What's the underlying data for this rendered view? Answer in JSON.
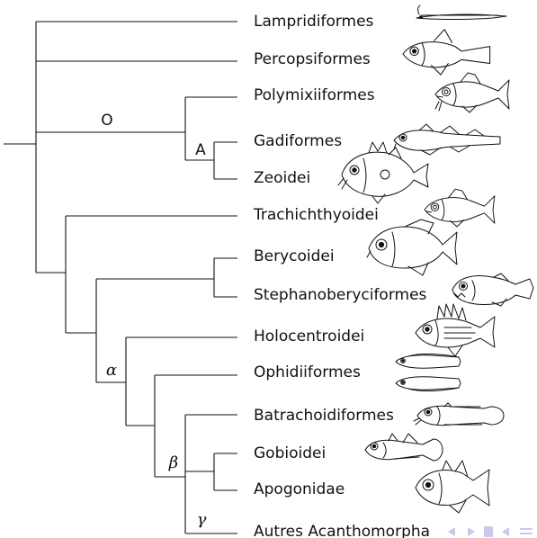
{
  "taxa": [
    "Lampridiformes",
    "Percopsiformes",
    "Polymixiiformes",
    "Gadiformes",
    "Zeoidei",
    "Trachichthyoidei",
    "Berycoidei",
    "Stephanoberyciformes",
    "Holocentroidei",
    "Ophidiiformes",
    "Batrachoidiformes",
    "Gobioidei",
    "Apogonidae",
    "Autres Acanthomorpha"
  ],
  "node_labels": {
    "O": "O",
    "A": "A",
    "alpha": "α",
    "beta": "β",
    "gamma": "γ"
  },
  "fish_icons": [
    "lampridiformes-fish-icon",
    "percopsiformes-fish-icon",
    "polymixiiformes-fish-icon",
    "gadiformes-fish-icon",
    "zeoidei-fish-icon",
    "trachichthyoidei-fish-icon",
    "berycoidei-fish-icon",
    "stephanoberyciformes-fish-icon",
    "holocentroidei-fish-icon",
    "ophidiiformes-fish-icon",
    "batrachoidiformes-fish-icon",
    "gobioidei-fish-icon",
    "apogonidae-fish-icon"
  ]
}
